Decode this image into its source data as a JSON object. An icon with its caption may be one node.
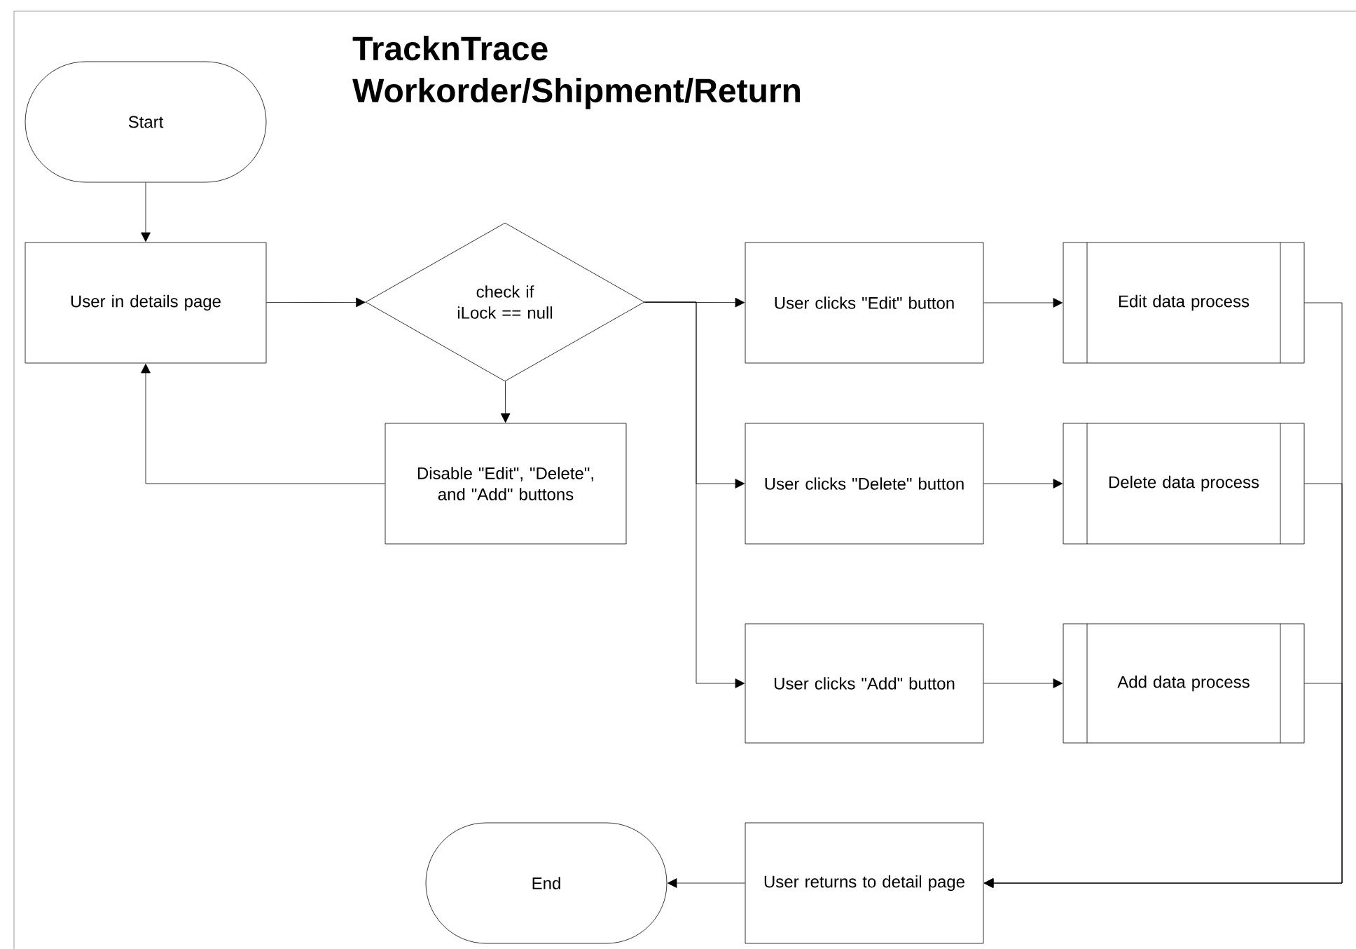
{
  "diagram": {
    "title": "TracknTrace Workorder/Shipment/Return",
    "nodes": [
      {
        "text": [
          "Start"
        ]
      },
      {
        "text": [
          "User in details page"
        ]
      },
      {
        "text": [
          "check if iLock == null"
        ]
      },
      {
        "text": [
          "Disable \"Edit\", \"Delete\", and \"Add\" buttons"
        ]
      },
      {
        "text": [
          "User clicks \"Edit\" button"
        ]
      },
      {
        "text": [
          "Edit data process"
        ]
      },
      {
        "text": [
          "User clicks \"Delete\" button"
        ]
      },
      {
        "text": [
          "Delete data process"
        ]
      },
      {
        "text": [
          "User clicks \"Add\" button"
        ]
      },
      {
        "text": [
          "Add data process"
        ]
      },
      {
        "text": [
          "User returns to detail page"
        ]
      },
      {
        "text": [
          "End"
        ]
      }
    ],
    "edges": [
      {
        "from": 0,
        "to": 1,
        "arrow": "to"
      },
      {
        "from": 1,
        "to": 2,
        "arrow": "to"
      },
      {
        "from": 2,
        "to": 3,
        "arrow": "to"
      },
      {
        "from": 3,
        "to": 1,
        "arrow": "to"
      },
      {
        "from": 2,
        "to": 4,
        "arrow": "to"
      },
      {
        "from": 2,
        "to": 6,
        "arrow": "to"
      },
      {
        "from": 2,
        "to": 8,
        "arrow": "to"
      },
      {
        "from": 4,
        "to": 5,
        "arrow": "to"
      },
      {
        "from": 6,
        "to": 7,
        "arrow": "to"
      },
      {
        "from": 8,
        "to": 9,
        "arrow": "to"
      },
      {
        "from": 5,
        "to": 10,
        "arrow": "to"
      },
      {
        "from": 7,
        "to": 10,
        "arrow": "to"
      },
      {
        "from": 9,
        "to": 10,
        "arrow": "to"
      },
      {
        "from": 10,
        "to": 11,
        "arrow": "to"
      }
    ]
  }
}
